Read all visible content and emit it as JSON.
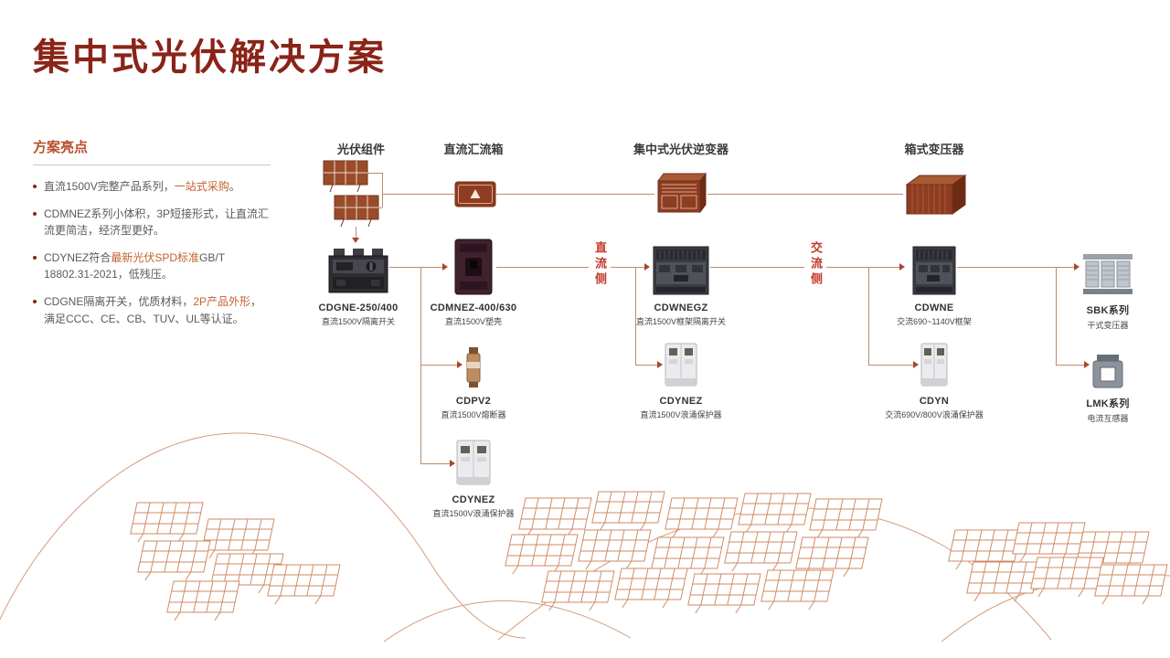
{
  "page": {
    "title": "集中式光伏解决方案"
  },
  "highlights": {
    "title": "方案亮点",
    "items": [
      {
        "pre": "直流1500V完整产品系列，",
        "em": "一站式采购",
        "post": "。"
      },
      {
        "pre": "CDMNEZ系列小体积，3P短接形式，让直流汇流更简洁，经济型更好。",
        "em": "",
        "post": ""
      },
      {
        "pre": "CDYNEZ符合",
        "em": "最新光伏SPD标准",
        "post": "GB/T 18802.31-2021，低残压。"
      },
      {
        "pre": "CDGNE隔离开关，优质材料，",
        "em": "2P产品外形",
        "post": "，满足CCC、CE、CB、TUV、UL等认证。"
      }
    ]
  },
  "diagram": {
    "columns": [
      {
        "label": "光伏组件"
      },
      {
        "label": "直流汇流箱"
      },
      {
        "label": "集中式光伏逆变器"
      },
      {
        "label": "箱式变压器"
      }
    ],
    "side_labels": [
      {
        "label": "直流侧"
      },
      {
        "label": "交流侧"
      }
    ],
    "products": [
      {
        "name": "CDGNE-250/400",
        "desc": "直流1500V隔离开关"
      },
      {
        "name": "CDMNEZ-400/630",
        "desc": "直流1500V塑壳"
      },
      {
        "name": "CDWNEGZ",
        "desc": "直流1500V框架隔离开关"
      },
      {
        "name": "CDWNE",
        "desc": "交流690~1140V框架"
      },
      {
        "name": "SBK系列",
        "desc": "干式变压器"
      },
      {
        "name": "CDPV2",
        "desc": "直流1500V熔断器"
      },
      {
        "name": "CDYNEZ",
        "desc": "直流1500V浪涌保护器"
      },
      {
        "name": "CDYN",
        "desc": "交流690V/800V浪涌保护器"
      },
      {
        "name": "LMK系列",
        "desc": "电流互感器"
      },
      {
        "name": "CDYNEZ",
        "desc": "直流1500V浪涌保护器"
      }
    ]
  },
  "colors": {
    "title": "#8a2418",
    "accent": "#c4602f",
    "icon_brown": "#8e3d22",
    "line": "#c08a6d",
    "side_label": "#c13a2b"
  }
}
